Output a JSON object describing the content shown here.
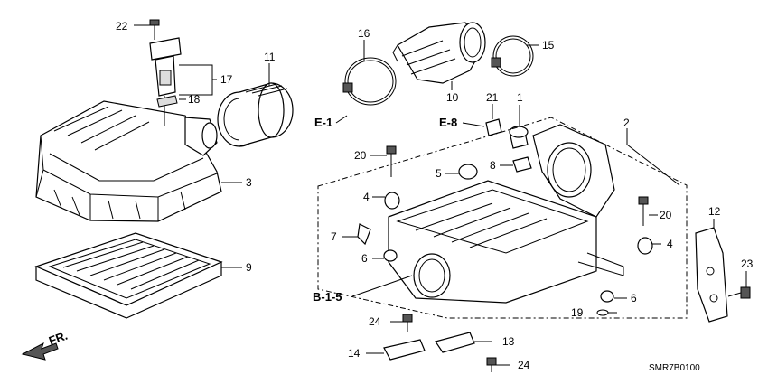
{
  "callouts": {
    "p1": "1",
    "p2": "2",
    "p3": "3",
    "p4a": "4",
    "p4b": "4",
    "p5": "5",
    "p6a": "6",
    "p6b": "6",
    "p7": "7",
    "p8": "8",
    "p9": "9",
    "p10": "10",
    "p11": "11",
    "p12": "12",
    "p13": "13",
    "p14": "14",
    "p15": "15",
    "p16": "16",
    "p17": "17",
    "p18": "18",
    "p19": "19",
    "p20a": "20",
    "p20b": "20",
    "p21": "21",
    "p22": "22",
    "p23": "23",
    "p24a": "24",
    "p24b": "24"
  },
  "references": {
    "e1": "E-1",
    "e8": "E-8",
    "b15": "B-1-5"
  },
  "direction_label": "FR.",
  "diagram_code": "SMR7B0100",
  "icons": {
    "front_arrow": "front-direction-arrow-icon"
  }
}
